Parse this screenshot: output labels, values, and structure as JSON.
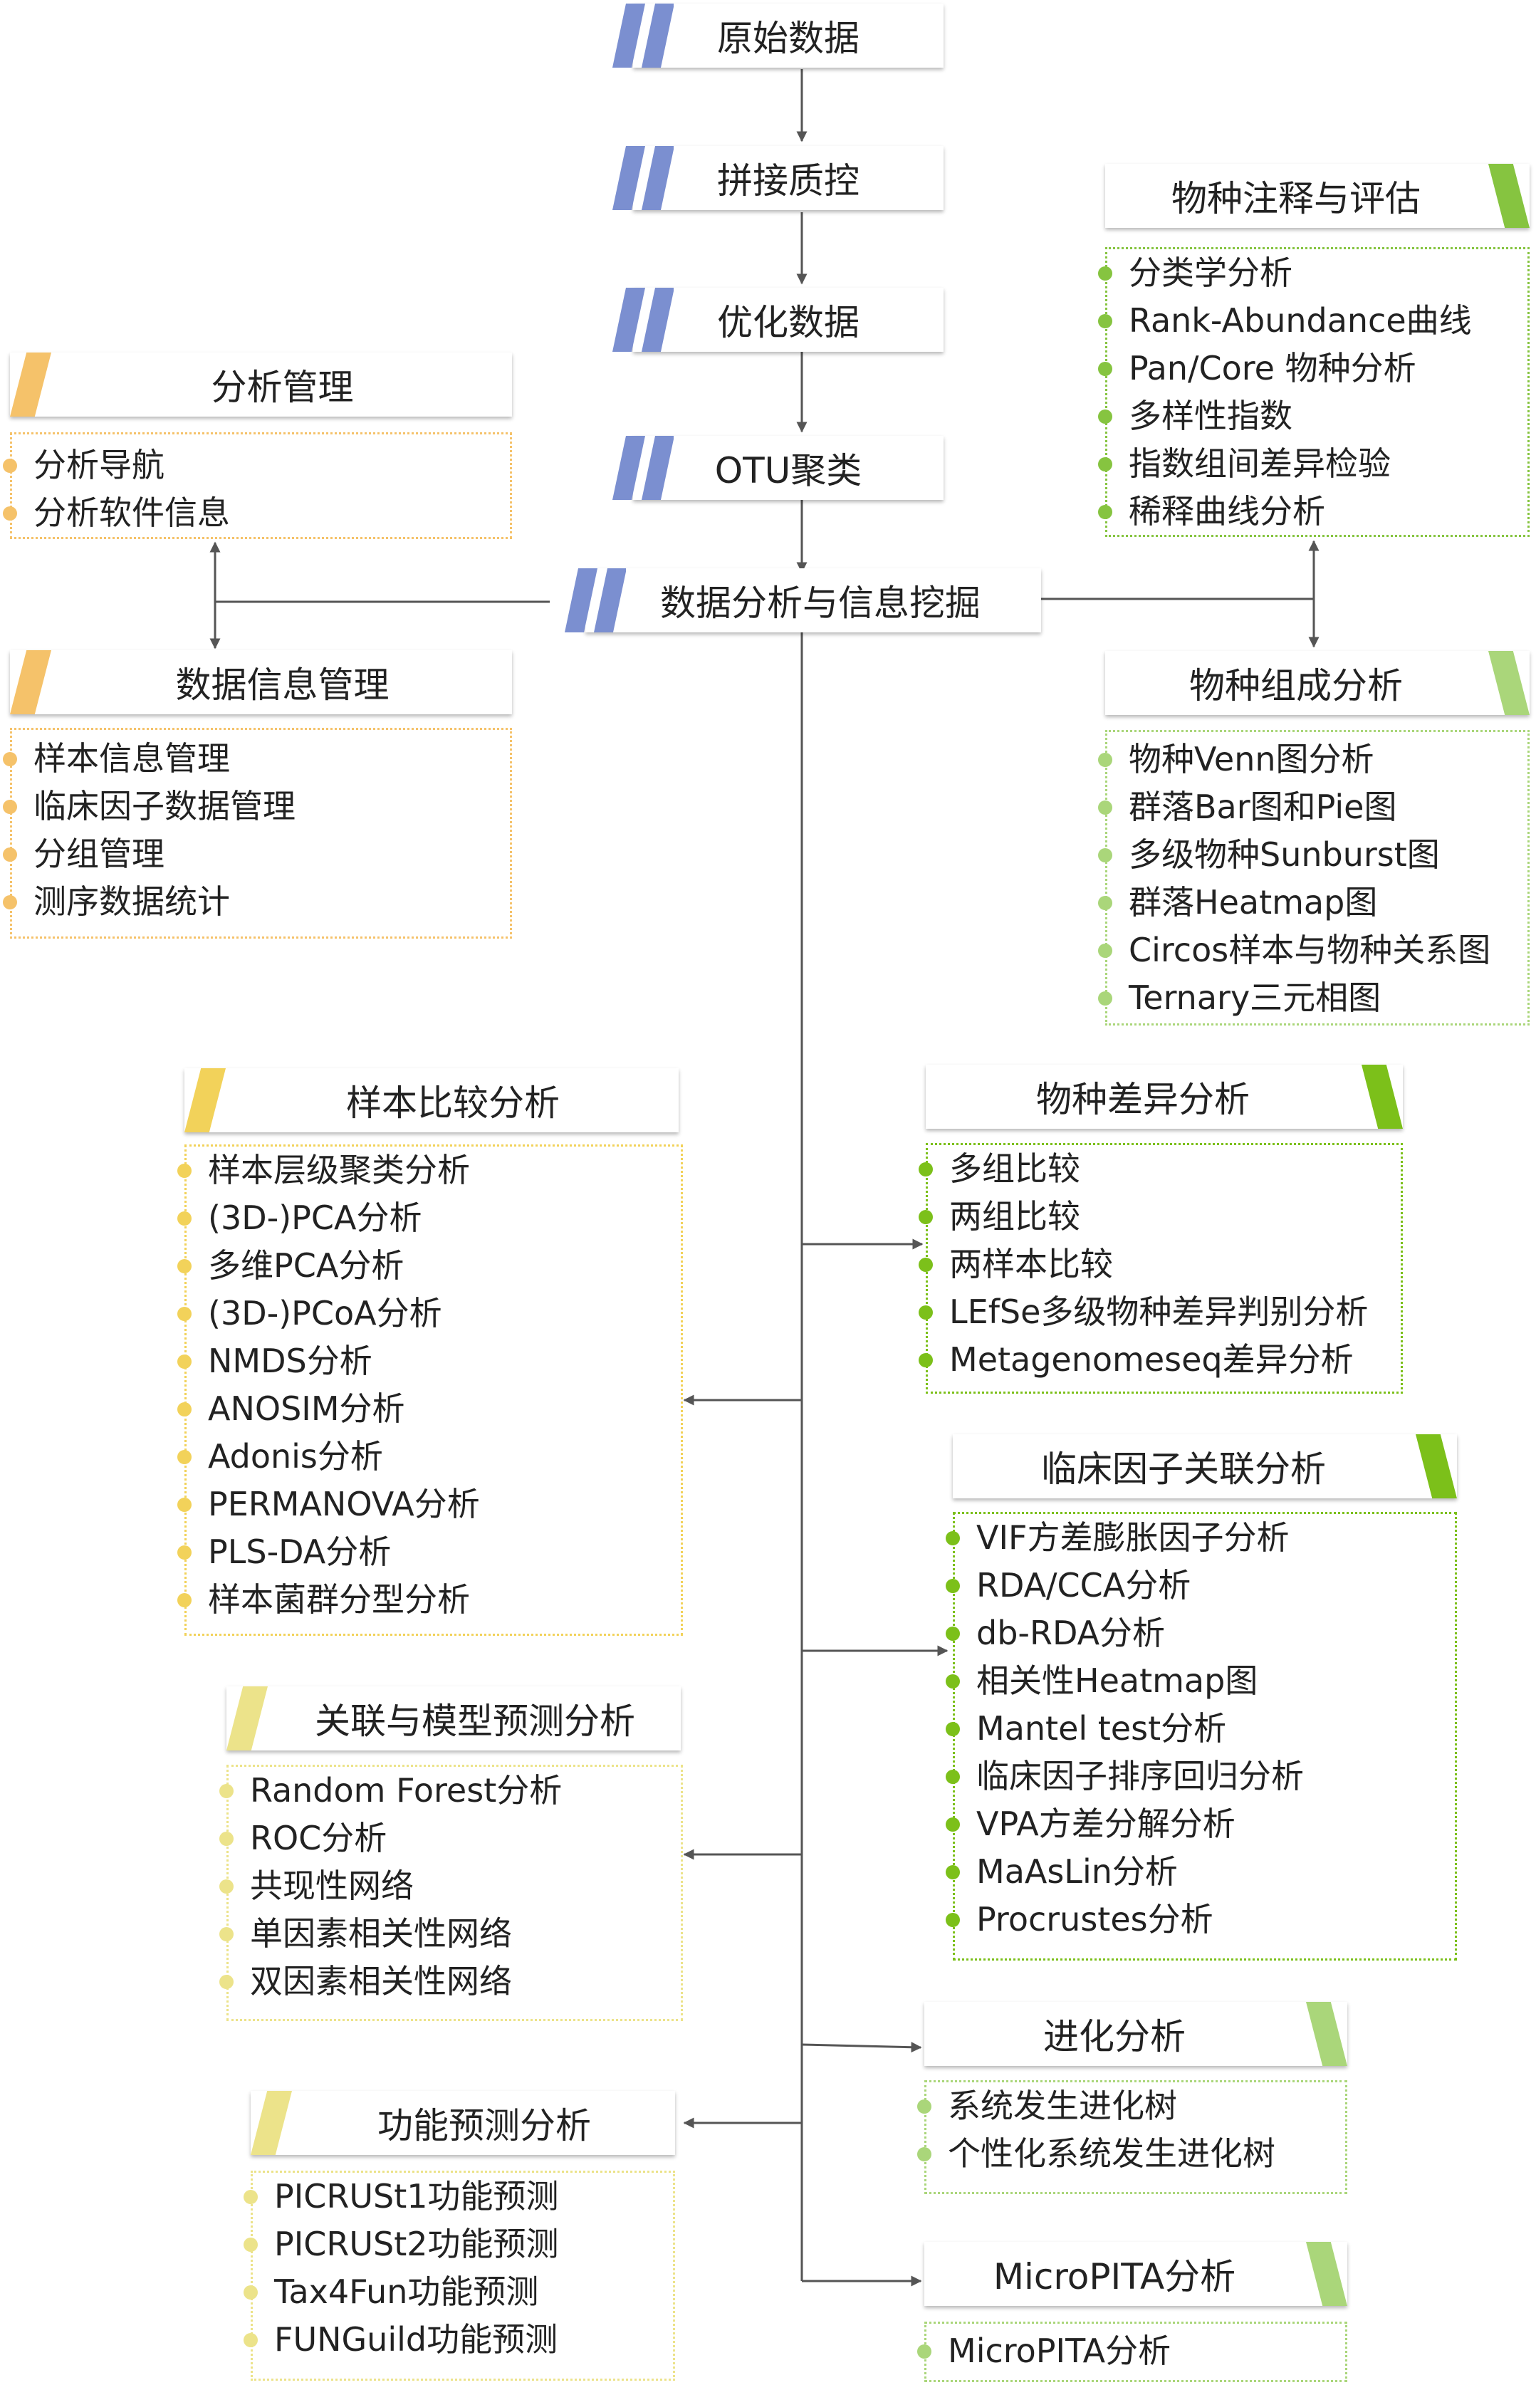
{
  "colors": {
    "connector": "#555555",
    "top_tab": "#7b8fd0",
    "orange": "#f5c26a",
    "yellow": "#f2d25a",
    "pale_yellow": "#ece38a",
    "green": "#86c440",
    "bright_green": "#7cc01a",
    "light_green": "#aad67a"
  },
  "pipeline": [
    {
      "label": "原始数据"
    },
    {
      "label": "拼接质控"
    },
    {
      "label": "优化数据"
    },
    {
      "label": "OTU聚类"
    },
    {
      "label": "数据分析与信息挖掘"
    }
  ],
  "modules": [
    {
      "title": "分析管理",
      "items": [
        "分析导航",
        "分析软件信息"
      ]
    },
    {
      "title": "数据信息管理",
      "items": [
        "样本信息管理",
        "临床因子数据管理",
        "分组管理",
        "测序数据统计"
      ]
    },
    {
      "title": "物种注释与评估",
      "items": [
        "分类学分析",
        "Rank-Abundance曲线",
        "Pan/Core 物种分析",
        "多样性指数",
        "指数组间差异检验",
        "稀释曲线分析"
      ]
    },
    {
      "title": "物种组成分析",
      "items": [
        "物种Venn图分析",
        "群落Bar图和Pie图",
        "多级物种Sunburst图",
        "群落Heatmap图",
        "Circos样本与物种关系图",
        "Ternary三元相图"
      ]
    },
    {
      "title": "样本比较分析",
      "items": [
        "样本层级聚类分析",
        "(3D-)PCA分析",
        "多维PCA分析",
        "(3D-)PCoA分析",
        "NMDS分析",
        "ANOSIM分析",
        "Adonis分析",
        "PERMANOVA分析",
        "PLS-DA分析",
        "样本菌群分型分析"
      ]
    },
    {
      "title": "物种差异分析",
      "items": [
        "多组比较",
        "两组比较",
        "两样本比较",
        "LEfSe多级物种差异判别分析",
        "Metagenomeseq差异分析"
      ]
    },
    {
      "title": "临床因子关联分析",
      "items": [
        "VIF方差膨胀因子分析",
        "RDA/CCA分析",
        "db-RDA分析",
        "相关性Heatmap图",
        "Mantel test分析",
        "临床因子排序回归分析",
        "VPA方差分解分析",
        "MaAsLin分析",
        "Procrustes分析"
      ]
    },
    {
      "title": "关联与模型预测分析",
      "items": [
        "Random Forest分析",
        "ROC分析",
        "共现性网络",
        "单因素相关性网络",
        "双因素相关性网络"
      ]
    },
    {
      "title": "进化分析",
      "items": [
        "系统发生进化树",
        "个性化系统发生进化树"
      ]
    },
    {
      "title": "功能预测分析",
      "items": [
        "PICRUSt1功能预测",
        "PICRUSt2功能预测",
        "Tax4Fun功能预测",
        "FUNGuild功能预测"
      ]
    },
    {
      "title": "MicroPITA分析",
      "items": [
        "MicroPITA分析"
      ]
    }
  ]
}
